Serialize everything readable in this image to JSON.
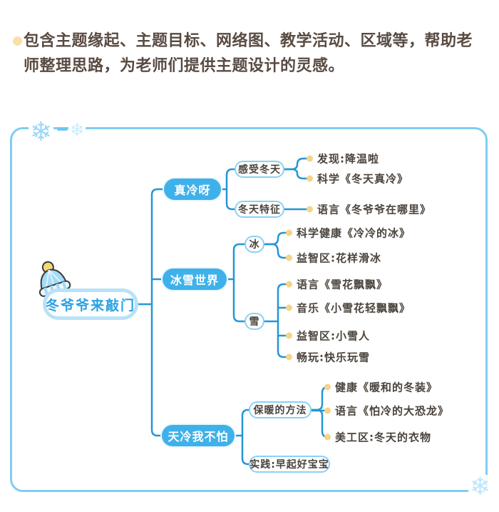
{
  "intro": {
    "text": "包含主题缘起、主题目标、网络图、教学活动、区域等，帮助老师整理思路，为老师们提供主题设计的灵感。"
  },
  "icons": {
    "snowflake": "❄",
    "winter_hat": "winter-hat",
    "leaf_bullet": "yellow-dot"
  },
  "colors": {
    "intro_text": "#594b42",
    "intro_bullet": "#fbdfa9",
    "board_border": "#7fcdf4",
    "connector": "#2596d6",
    "branch_fill": "#3fb1ea",
    "sub_border": "#8ad2f4",
    "root_border": "#b9e2f7",
    "root_text": "#2ba2e2",
    "leaf_text": "#4a433c",
    "leaf_bullet": "#f5d489",
    "snowflake_large": "#9cd8f7",
    "snowflake_small": "#c8ebfb",
    "snowflake_corner": "#bee6fa"
  },
  "mindmap": {
    "root": {
      "label": "冬爷爷来敲门"
    },
    "branches": [
      {
        "label": "真冷呀",
        "children": [
          {
            "label": "感受冬天",
            "leaves": [
              "发现:降温啦",
              "科学《冬天真冷》"
            ]
          },
          {
            "label": "冬天特征",
            "leaves": [
              "语言《冬爷爷在哪里》"
            ]
          }
        ]
      },
      {
        "label": "冰雪世界",
        "children": [
          {
            "label": "冰",
            "leaves": [
              "科学健康《冷冷的冰》",
              "益智区:花样滑冰"
            ]
          },
          {
            "label": "雪",
            "leaves": [
              "语言《雪花飘飘》",
              "音乐《小雪花轻飘飘》",
              "益智区:小雪人",
              "畅玩:快乐玩雪"
            ]
          }
        ]
      },
      {
        "label": "天冷我不怕",
        "children": [
          {
            "label": "保暖的方法",
            "leaves": [
              "健康《暖和的冬装》",
              "语言《怕冷的大恐龙》",
              "美工区:冬天的衣物"
            ]
          },
          {
            "label": "实践:早起好宝宝",
            "leaves": []
          }
        ]
      }
    ]
  }
}
